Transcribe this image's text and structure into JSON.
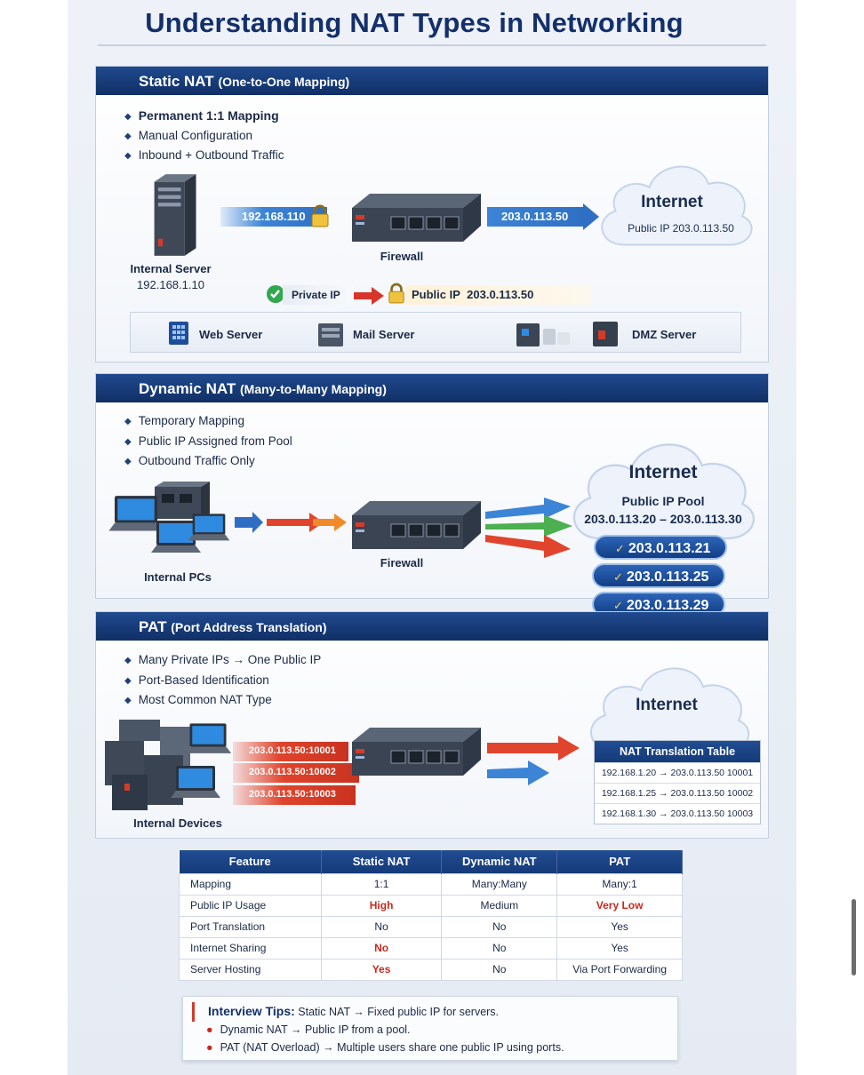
{
  "title": "Understanding NAT Types in Networking",
  "static_nat": {
    "heading": "Static NAT",
    "subheading": "(One-to-One Mapping)",
    "bullets": [
      "Permanent 1:1 Mapping",
      "Manual Configuration",
      "Inbound + Outbound Traffic"
    ],
    "server_label": "Internal Server",
    "server_ip": "192.168.1.10",
    "private_arrow_label": "192.168.110",
    "firewall_label": "Firewall",
    "public_arrow_label": "203.0.113.50",
    "cloud_title": "Internet",
    "cloud_subtitle": "Public IP 203.0.113.50",
    "private_ip_label": "Private IP",
    "public_ip_label": "Public IP",
    "public_ip_value": "203.0.113.50",
    "servers": [
      "Web Server",
      "Mail Server",
      "DMZ Server"
    ]
  },
  "dynamic_nat": {
    "heading": "Dynamic NAT",
    "subheading": "(Many-to-Many Mapping)",
    "bullets": [
      "Temporary Mapping",
      "Public IP Assigned from Pool",
      "Outbound Traffic Only"
    ],
    "pcs_label": "Internal PCs",
    "firewall_label": "Firewall",
    "cloud_title": "Internet",
    "pool_title": "Public IP Pool",
    "pool_range": "203.0.113.20 – 203.0.113.30",
    "pool_ips": [
      "203.0.113.21",
      "203.0.113.25",
      "203.0.113.29"
    ]
  },
  "pat": {
    "heading": "PAT",
    "subheading": "(Port Address Translation)",
    "bullets": [
      "Many Private IPs → One Public IP",
      "Port-Based Identification",
      "Most Common NAT Type"
    ],
    "devices_label": "Internal Devices",
    "port_labels": [
      "203.0.113.50:10001",
      "203.0.113.50:10002",
      "203.0.113.50:10003"
    ],
    "cloud_title": "Internet",
    "table_title": "NAT Translation Table",
    "table_rows": [
      "192.168.1.20 → 203.0.113.50 10001",
      "192.168.1.25 → 203.0.113.50 10002",
      "192.168.1.30 → 203.0.113.50 10003"
    ]
  },
  "comparison": {
    "headers": [
      "Feature",
      "Static NAT",
      "Dynamic NAT",
      "PAT"
    ],
    "rows": [
      [
        "Mapping",
        "1:1",
        "Many:Many",
        "Many:1"
      ],
      [
        "Public IP Usage",
        "High",
        "Medium",
        "Very Low"
      ],
      [
        "Port Translation",
        "No",
        "No",
        "Yes"
      ],
      [
        "Internet Sharing",
        "No",
        "No",
        "Yes"
      ],
      [
        "Server Hosting",
        "Yes",
        "No",
        "Via Port Forwarding"
      ]
    ],
    "highlight_color": "#c72a1e"
  },
  "tips": {
    "label": "Interview Tips:",
    "first": "Static NAT → Fixed public IP for servers.",
    "items": [
      "Dynamic NAT → Public IP from a pool.",
      "PAT (NAT Overload) → Multiple users share one public IP using ports."
    ]
  },
  "colors": {
    "navy": "#14306b",
    "header_blue": "#1f4a8e",
    "arrow_blue": "#3c84d6",
    "arrow_red": "#e0442c",
    "arrow_green": "#4caf50"
  }
}
